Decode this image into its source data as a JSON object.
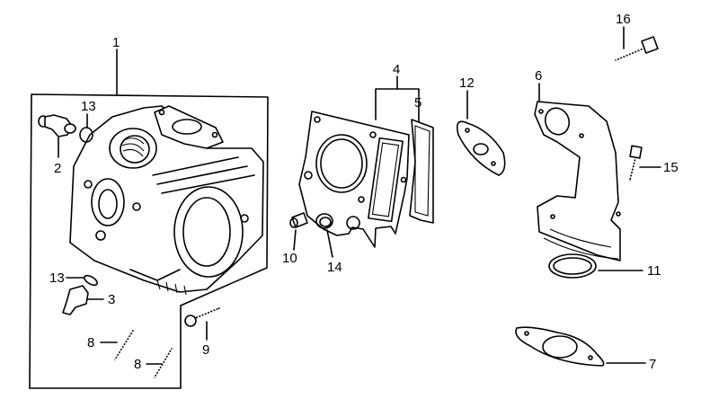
{
  "diagram": {
    "type": "exploded-parts-diagram",
    "callouts": [
      {
        "id": "1",
        "text": "1"
      },
      {
        "id": "2",
        "text": "2"
      },
      {
        "id": "3",
        "text": "3"
      },
      {
        "id": "4",
        "text": "4"
      },
      {
        "id": "5",
        "text": "5"
      },
      {
        "id": "6",
        "text": "6"
      },
      {
        "id": "7",
        "text": "7"
      },
      {
        "id": "8a",
        "text": "8"
      },
      {
        "id": "8b",
        "text": "8"
      },
      {
        "id": "9",
        "text": "9"
      },
      {
        "id": "10",
        "text": "10"
      },
      {
        "id": "11",
        "text": "11"
      },
      {
        "id": "12",
        "text": "12"
      },
      {
        "id": "13a",
        "text": "13"
      },
      {
        "id": "13b",
        "text": "13"
      },
      {
        "id": "14",
        "text": "14"
      },
      {
        "id": "15",
        "text": "15"
      },
      {
        "id": "16",
        "text": "16"
      }
    ]
  }
}
